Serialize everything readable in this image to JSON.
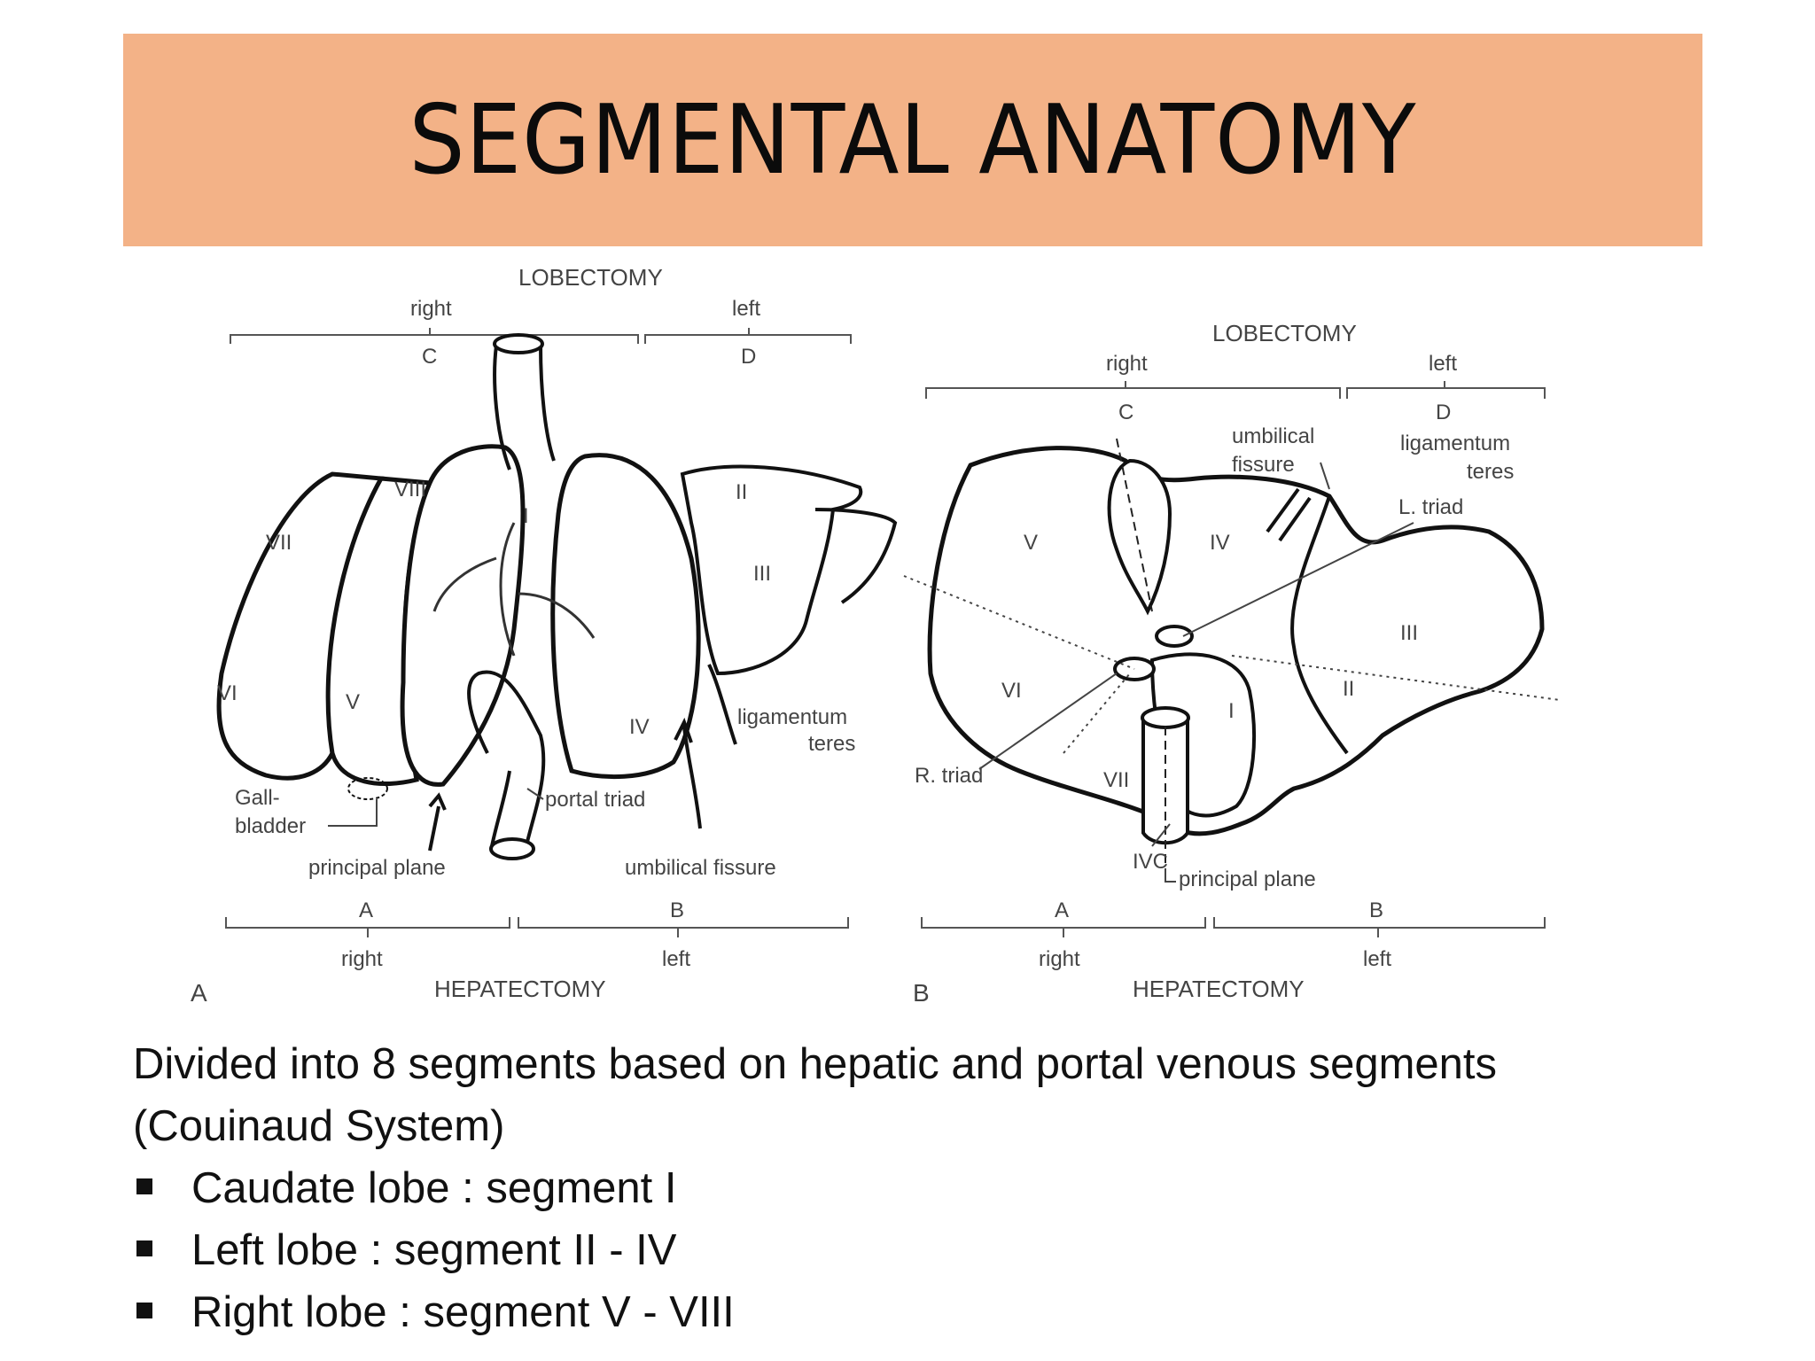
{
  "title": "SEGMENTAL ANATOMY",
  "figure": {
    "panel_a": {
      "letter": "A",
      "top_heading": "LOBECTOMY",
      "top_right": "right",
      "top_left": "left",
      "top_c": "C",
      "top_d": "D",
      "bottom_a": "A",
      "bottom_b": "B",
      "bottom_right": "right",
      "bottom_left": "left",
      "bottom_heading": "HEPATECTOMY",
      "segments": [
        "I",
        "II",
        "III",
        "IV",
        "V",
        "VI",
        "VII",
        "VIII"
      ],
      "gallbladder_1": "Gall-",
      "gallbladder_2": "bladder",
      "principal_plane": "principal plane",
      "portal_triad": "portal triad",
      "umbilical_fissure": "umbilical fissure",
      "ligamentum_1": "ligamentum",
      "ligamentum_2": "teres"
    },
    "panel_b": {
      "letter": "B",
      "top_heading": "LOBECTOMY",
      "top_right": "right",
      "top_left": "left",
      "top_c": "C",
      "top_d": "D",
      "bottom_a": "A",
      "bottom_b": "B",
      "bottom_right": "right",
      "bottom_left": "left",
      "bottom_heading": "HEPATECTOMY",
      "segments": [
        "I",
        "II",
        "III",
        "IV",
        "V",
        "VI",
        "VII"
      ],
      "umbilical_1": "umbilical",
      "umbilical_2": "fissure",
      "ligamentum_1": "ligamentum",
      "ligamentum_2": "teres",
      "l_triad": "L. triad",
      "r_triad": "R. triad",
      "ivc": "IVC",
      "principal_plane": "principal plane"
    }
  },
  "body": {
    "line1": "Divided into 8 segments based on hepatic and portal venous segments",
    "line2": "(Couinaud System)",
    "bullets": [
      "Caudate lobe : segment I",
      "Left lobe : segment II - IV",
      "Right lobe : segment V - VIII"
    ]
  }
}
